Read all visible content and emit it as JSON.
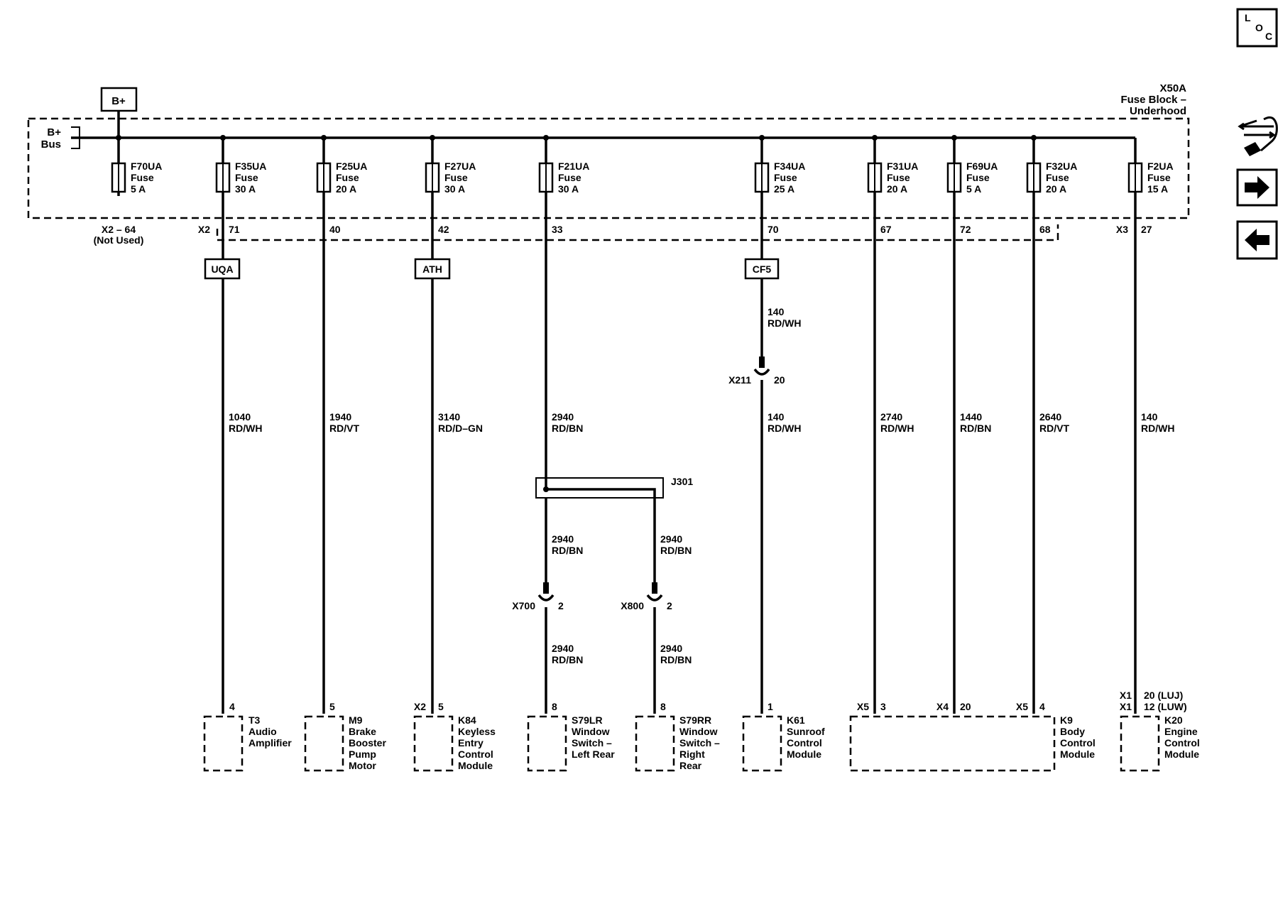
{
  "fuse_block": {
    "id": "X50A",
    "name_line1": "Fuse Block –",
    "name_line2": "Underhood"
  },
  "power_source": {
    "label": "B+"
  },
  "bus": {
    "line1": "B+",
    "line2": "Bus"
  },
  "fuses": [
    {
      "id": "F70UA",
      "type": "Fuse",
      "rating": "5 A",
      "pin": "X2 – 64",
      "pin_note": "(Not Used)"
    },
    {
      "id": "F35UA",
      "type": "Fuse",
      "rating": "30 A",
      "pin": "71"
    },
    {
      "id": "F25UA",
      "type": "Fuse",
      "rating": "20 A",
      "pin": "40"
    },
    {
      "id": "F27UA",
      "type": "Fuse",
      "rating": "30 A",
      "pin": "42"
    },
    {
      "id": "F21UA",
      "type": "Fuse",
      "rating": "30 A",
      "pin": "33"
    },
    {
      "id": "F34UA",
      "type": "Fuse",
      "rating": "25 A",
      "pin": "70"
    },
    {
      "id": "F31UA",
      "type": "Fuse",
      "rating": "20 A",
      "pin": "67"
    },
    {
      "id": "F69UA",
      "type": "Fuse",
      "rating": "5 A",
      "pin": "72"
    },
    {
      "id": "F32UA",
      "type": "Fuse",
      "rating": "20 A",
      "pin": "68"
    },
    {
      "id": "F2UA",
      "type": "Fuse",
      "rating": "15 A",
      "pin": "27"
    }
  ],
  "connector_labels": {
    "x2": "X2",
    "x3": "X3"
  },
  "options": [
    "UQA",
    "ATH",
    "CF5"
  ],
  "wires": [
    {
      "circuit": "1040",
      "color": "RD/WH"
    },
    {
      "circuit": "1940",
      "color": "RD/VT"
    },
    {
      "circuit": "3140",
      "color": "RD/D–GN"
    },
    {
      "circuit": "2940",
      "color": "RD/BN"
    },
    {
      "circuit": "140",
      "color": "RD/WH"
    },
    {
      "circuit": "140",
      "color": "RD/WH"
    },
    {
      "circuit": "2740",
      "color": "RD/WH"
    },
    {
      "circuit": "1440",
      "color": "RD/BN"
    },
    {
      "circuit": "2640",
      "color": "RD/VT"
    },
    {
      "circuit": "140",
      "color": "RD/WH"
    },
    {
      "circuit": "2940",
      "color": "RD/BN"
    },
    {
      "circuit": "2940",
      "color": "RD/BN"
    },
    {
      "circuit": "2940",
      "color": "RD/BN"
    },
    {
      "circuit": "2940",
      "color": "RD/BN"
    }
  ],
  "splice": {
    "id": "J301"
  },
  "inline_connectors": [
    {
      "id": "X211",
      "pin": "20"
    },
    {
      "id": "X700",
      "pin": "2"
    },
    {
      "id": "X800",
      "pin": "2"
    }
  ],
  "components": [
    {
      "pin": "4",
      "name": [
        "T3",
        "Audio",
        "Amplifier"
      ]
    },
    {
      "pin": "5",
      "name": [
        "M9",
        "Brake",
        "Booster",
        "Pump",
        "Motor"
      ]
    },
    {
      "conn": "X2",
      "pin": "5",
      "name": [
        "K84",
        "Keyless",
        "Entry",
        "Control",
        "Module"
      ]
    },
    {
      "pin": "8",
      "name": [
        "S79LR",
        "Window",
        "Switch –",
        "Left Rear"
      ]
    },
    {
      "pin": "8",
      "name": [
        "S79RR",
        "Window",
        "Switch –",
        "Right",
        "Rear"
      ]
    },
    {
      "pin": "1",
      "name": [
        "K61",
        "Sunroof",
        "Control",
        "Module"
      ]
    },
    {
      "name": [
        "K9",
        "Body",
        "Control",
        "Module"
      ],
      "pins": [
        {
          "conn": "X5",
          "pin": "3"
        },
        {
          "conn": "X4",
          "pin": "20"
        },
        {
          "conn": "X5",
          "pin": "4"
        }
      ]
    },
    {
      "name": [
        "K20",
        "Engine",
        "Control",
        "Module"
      ],
      "pins": [
        {
          "conn": "X1",
          "pin": "20 (LUJ)"
        },
        {
          "conn": "X1",
          "pin": "12 (LUW)"
        }
      ]
    }
  ],
  "nav": {
    "loc": {
      "letters": [
        "L",
        "O",
        "C"
      ]
    },
    "icons": [
      "repair-tool-icon",
      "arrow-right-icon",
      "arrow-left-icon"
    ]
  }
}
